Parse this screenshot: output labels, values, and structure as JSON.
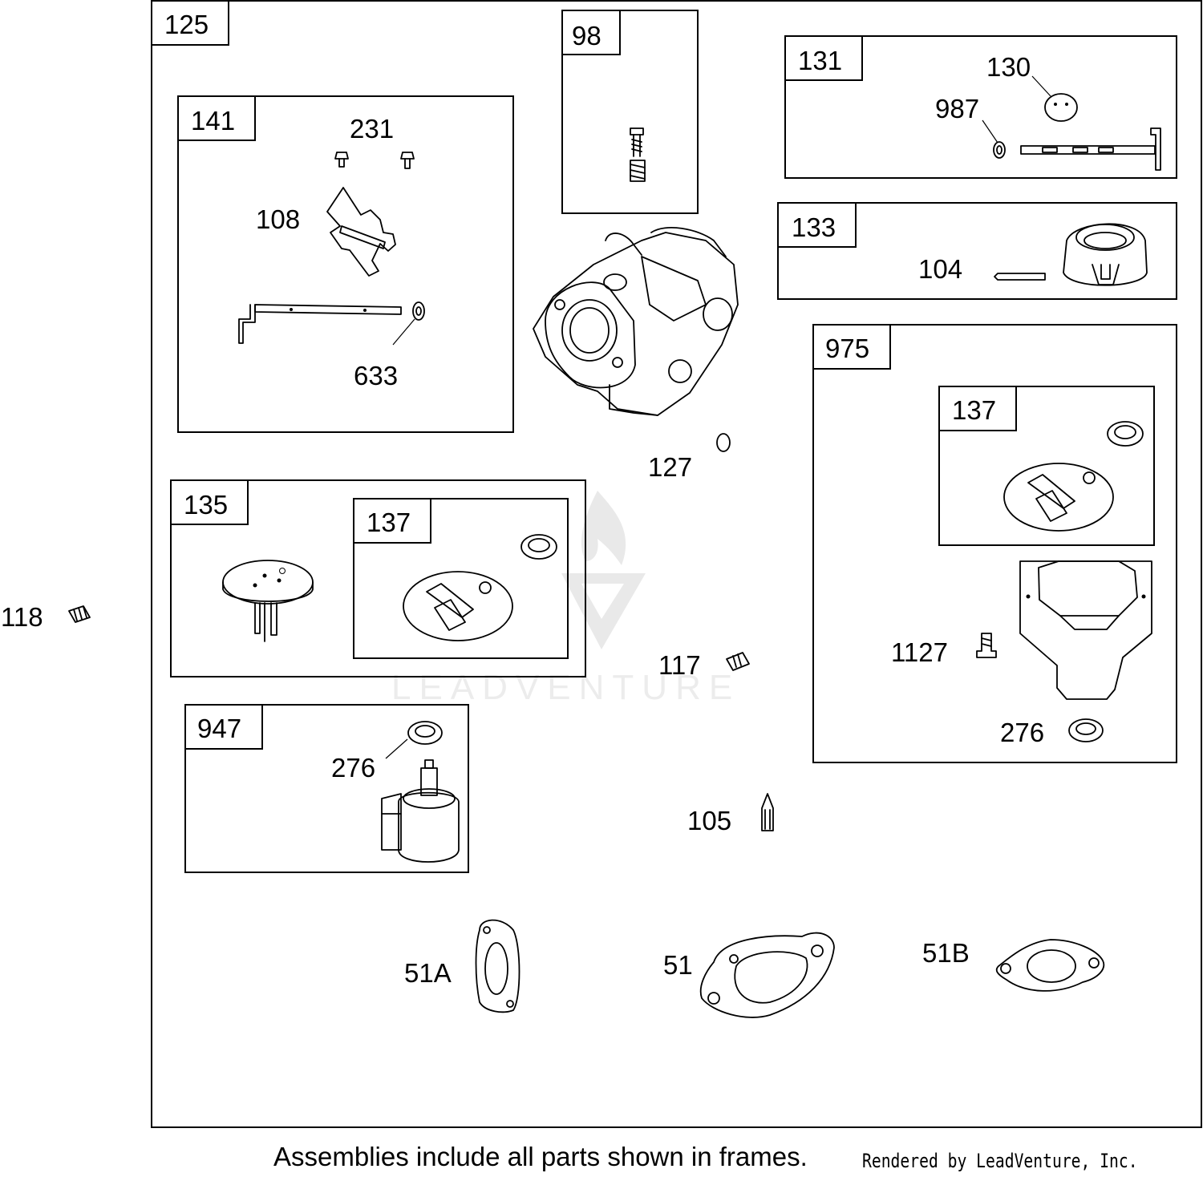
{
  "labels": {
    "p125": "125",
    "p98": "98",
    "p131": "131",
    "p130": "130",
    "p987": "987",
    "p141": "141",
    "p231": "231",
    "p108": "108",
    "p633": "633",
    "p133": "133",
    "p104": "104",
    "p975": "975",
    "p137a": "137",
    "p137b": "137",
    "p127": "127",
    "p135": "135",
    "p118": "118",
    "p117": "117",
    "p1127": "1127",
    "p276a": "276",
    "p276b": "276",
    "p947": "947",
    "p105": "105",
    "p51A": "51A",
    "p51": "51",
    "p51B": "51B"
  },
  "watermark": "LEADVENTURE",
  "footer": {
    "note": "Assemblies include all parts shown in frames.",
    "credit": "Rendered by LeadVenture, Inc."
  }
}
